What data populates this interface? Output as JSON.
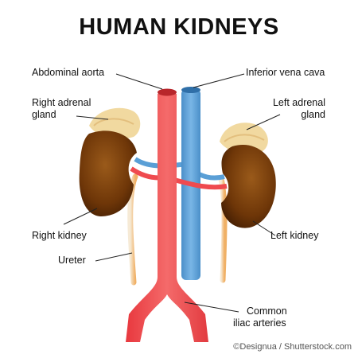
{
  "title": "HUMAN KIDNEYS",
  "labels": {
    "abdominal_aorta": "Abdominal aorta",
    "inferior_vena_cava": "Inferior vena cava",
    "right_adrenal_line1": "Right adrenal",
    "right_adrenal_line2": "gland",
    "left_adrenal_line1": "Left adrenal",
    "left_adrenal_line2": "gland",
    "right_kidney": "Right kidney",
    "left_kidney": "Left kidney",
    "ureter": "Ureter",
    "common_iliac_line1": "Common",
    "common_iliac_line2": "iliac arteries"
  },
  "credit": "©Designua / Shutterstock.com",
  "colors": {
    "artery": "#ef4a4f",
    "vein": "#5a9fd6",
    "kidney": "#7a3f0c",
    "adrenal": "#f1d9a0",
    "ureter": "#f4e6cf"
  }
}
